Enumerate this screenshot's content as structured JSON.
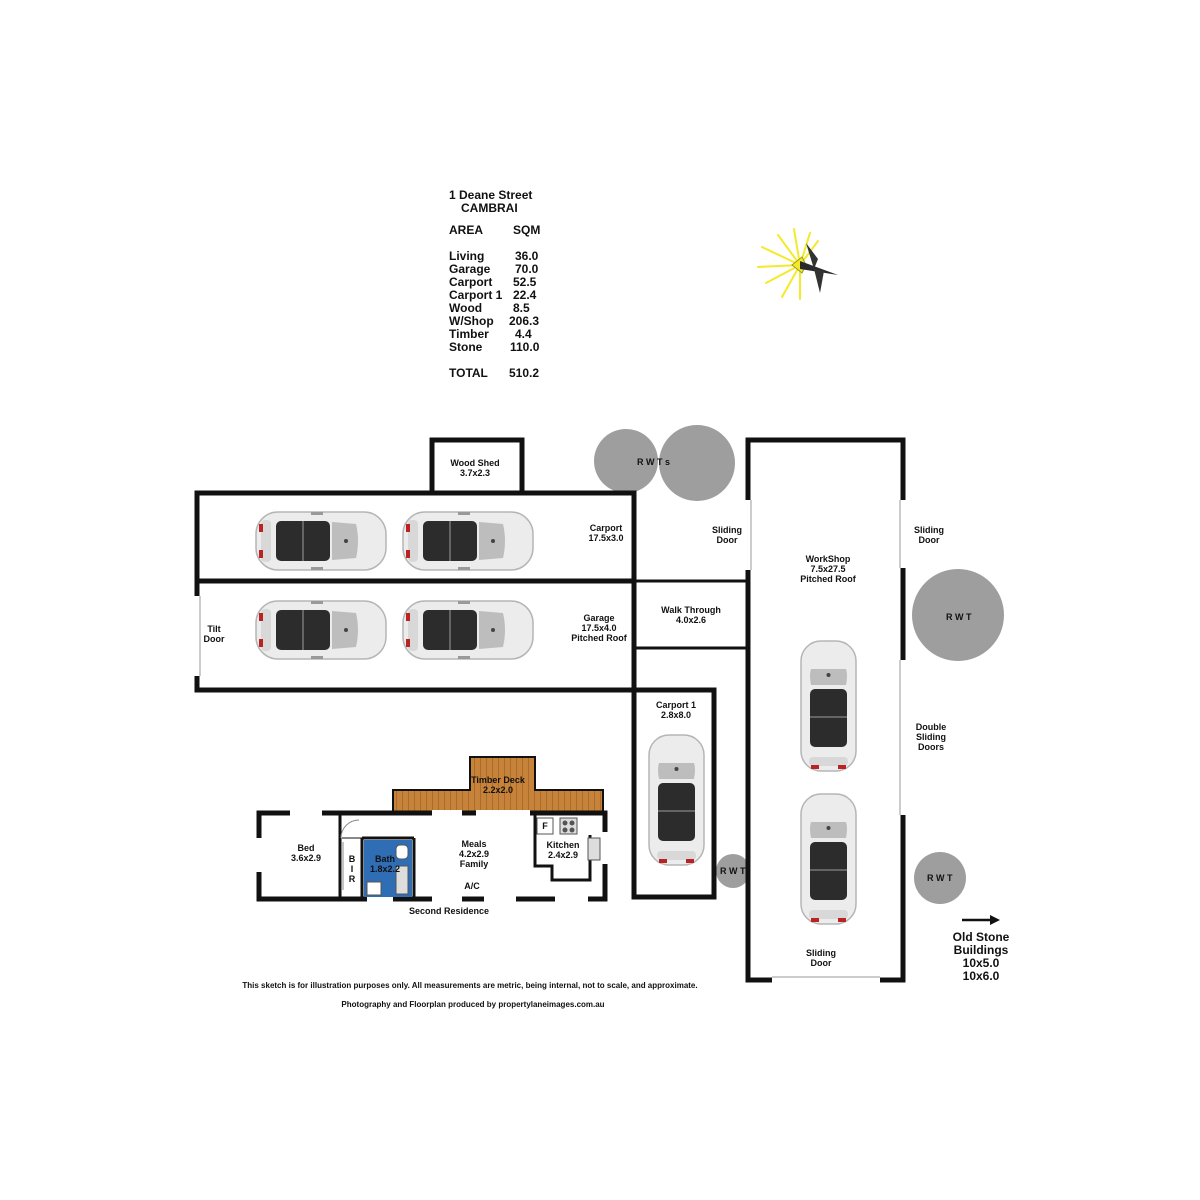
{
  "address": {
    "line1": "1 Deane Street",
    "line2": "CAMBRAI"
  },
  "area_table": {
    "header_area": "AREA",
    "header_sqm": "SQM",
    "rows": [
      {
        "area": "Living",
        "sqm": "36.0"
      },
      {
        "area": "Garage",
        "sqm": "70.0"
      },
      {
        "area": "Carport",
        "sqm": "52.5"
      },
      {
        "area": "Carport 1",
        "sqm": "22.4"
      },
      {
        "area": "Wood",
        "sqm": "8.5"
      },
      {
        "area": "W/Shop",
        "sqm": "206.3"
      },
      {
        "area": "Timber",
        "sqm": "4.4"
      },
      {
        "area": "Stone",
        "sqm": "110.0"
      }
    ],
    "total_label": "TOTAL",
    "total_value": "510.2"
  },
  "rooms": {
    "wood_shed": {
      "name": "Wood Shed",
      "dims": "3.7x2.3"
    },
    "carport": {
      "name": "Carport",
      "dims": "17.5x3.0"
    },
    "garage": {
      "name": "Garage",
      "dims": "17.5x4.0",
      "note": "Pitched Roof"
    },
    "walk_through": {
      "name": "Walk Through",
      "dims": "4.0x2.6"
    },
    "carport1": {
      "name": "Carport 1",
      "dims": "2.8x8.0"
    },
    "workshop": {
      "name": "WorkShop",
      "dims": "7.5x27.5",
      "note": "Pitched Roof"
    },
    "timber_deck": {
      "name": "Timber Deck",
      "dims": "2.2x2.0"
    },
    "bed": {
      "name": "Bed",
      "dims": "3.6x2.9"
    },
    "bath": {
      "name": "Bath",
      "dims": "1.8x2.2"
    },
    "meals": {
      "name": "Meals",
      "dims": "4.2x2.9",
      "note": "Family"
    },
    "kitchen": {
      "name": "Kitchen",
      "dims": "2.4x2.9"
    }
  },
  "labels": {
    "tilt_door_1": "Tilt",
    "tilt_door_2": "Door",
    "sliding_1": "Sliding",
    "door": "Door",
    "double_1": "Double",
    "double_2": "Sliding",
    "double_3": "Doors",
    "rwts": "R W T s",
    "rwt": "R W T",
    "bir_b": "B",
    "bir_i": "I",
    "bir_r": "R",
    "ac": "A/C",
    "fridge": "F",
    "second_residence": "Second Residence",
    "old_stone_1": "Old Stone",
    "old_stone_2": "Buildings",
    "old_stone_3": "10x5.0",
    "old_stone_4": "10x6.0"
  },
  "footer": {
    "disclaimer": "This sketch is for illustration purposes only.  All measurements are metric, being internal, not to scale, and approximate.",
    "credit": "Photography and Floorplan produced by propertylaneimages.com.au"
  },
  "colors": {
    "wall": "#111111",
    "tank": "#9e9e9e",
    "bath": "#2f6db5",
    "deck": "#c8833a",
    "compass_yellow": "#f4ea2a",
    "car_body": "#ececec",
    "car_glass": "#2c2c2c"
  }
}
